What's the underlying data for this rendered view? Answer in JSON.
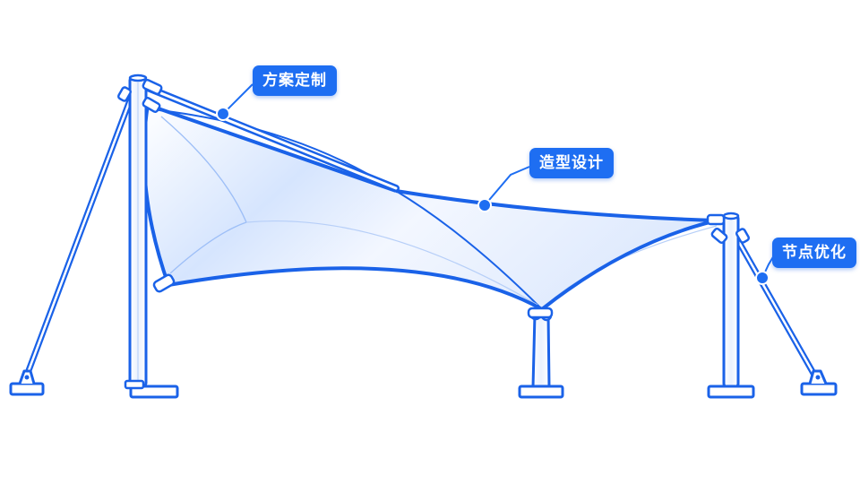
{
  "colors": {
    "accent": "#1e6ef2",
    "stroke": "#1a62e8",
    "fill_light": "#eef4ff",
    "fill_mid": "#cfe0fd",
    "fill_white": "#ffffff"
  },
  "callouts": [
    {
      "label": "方案定制"
    },
    {
      "label": "造型设计"
    },
    {
      "label": "节点优化"
    }
  ],
  "icons": [
    "tensile-membrane-canopy",
    "steel-column",
    "guy-cable",
    "base-plate",
    "connection-node",
    "callout-dot"
  ]
}
